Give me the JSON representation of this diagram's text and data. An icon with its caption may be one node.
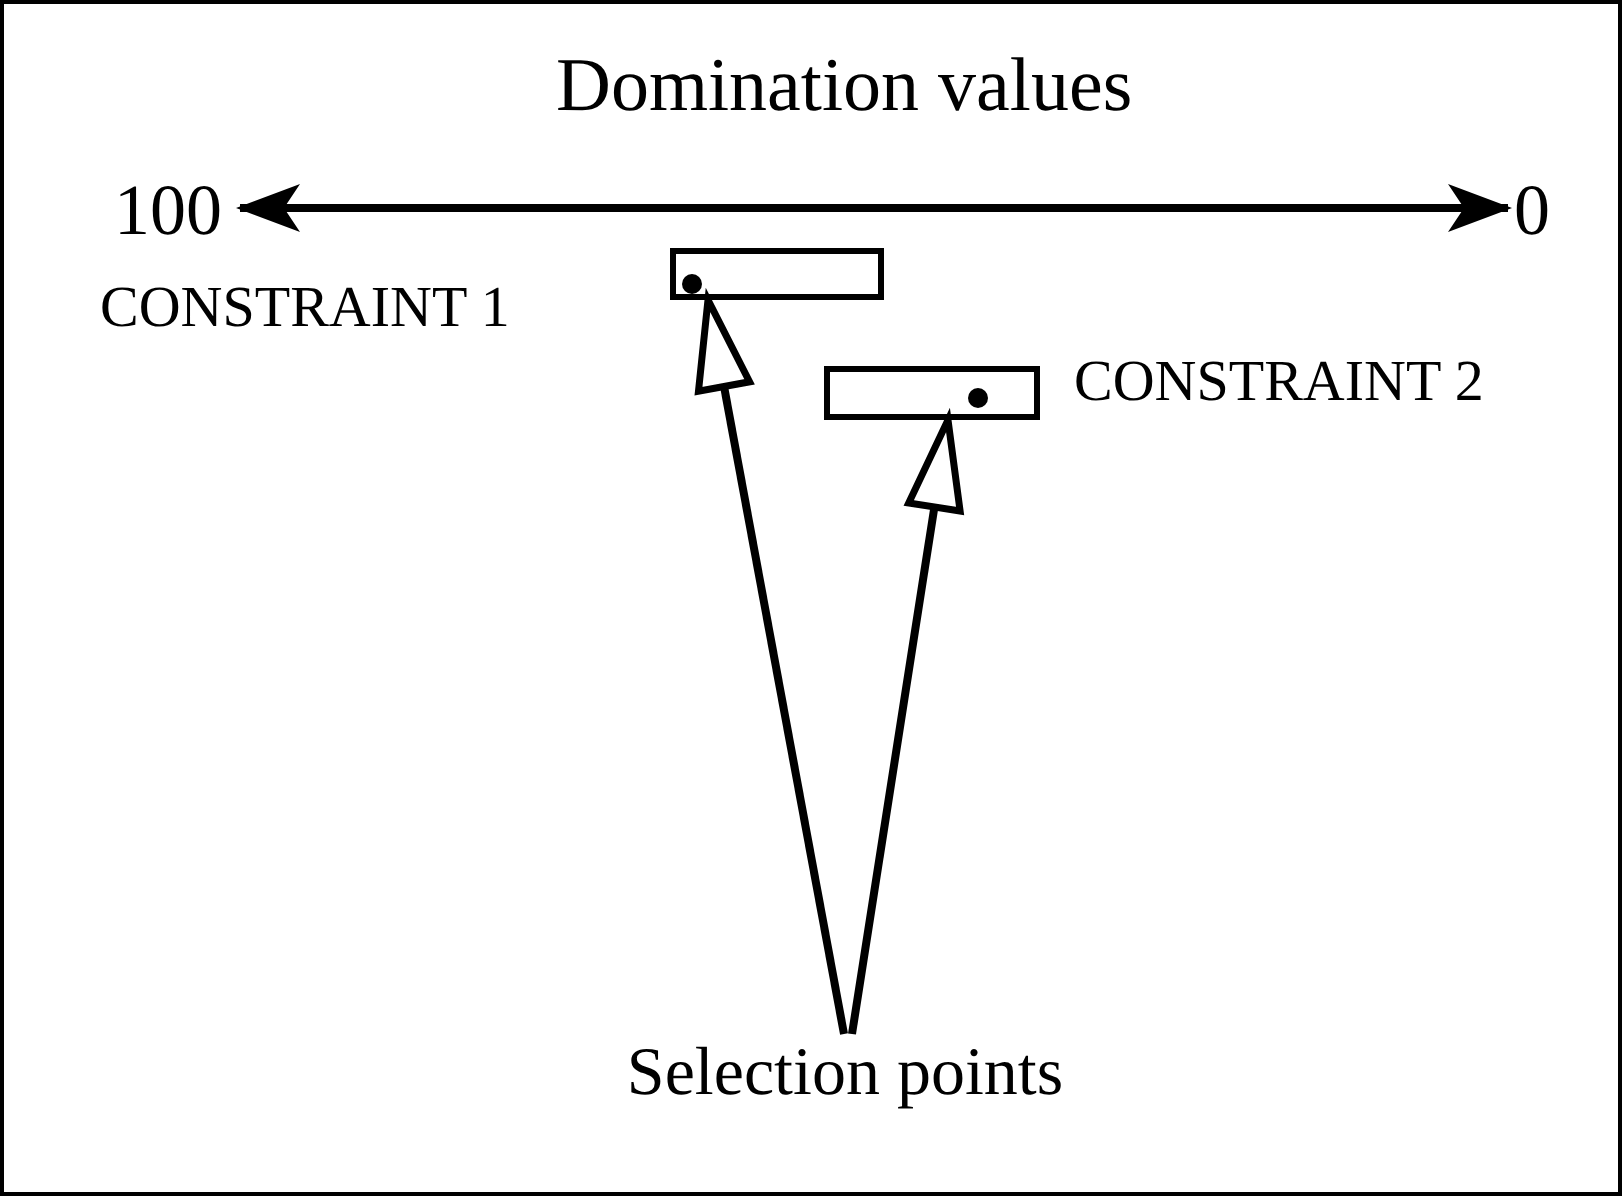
{
  "diagram": {
    "nodes": [
      {
        "text": [
          "Selection points"
        ]
      },
      {
        "text": [],
        "shape": "box",
        "beside": [
          "CONSTRAINT 1"
        ]
      },
      {
        "text": [],
        "shape": "box",
        "beside": [
          "CONSTRAINT 2"
        ]
      }
    ],
    "edges": [
      {
        "from": 0,
        "to": 1,
        "arrow": "to"
      },
      {
        "from": 0,
        "to": 2,
        "arrow": "to"
      }
    ],
    "labels": [
      "Domination values",
      "100",
      "0"
    ]
  }
}
